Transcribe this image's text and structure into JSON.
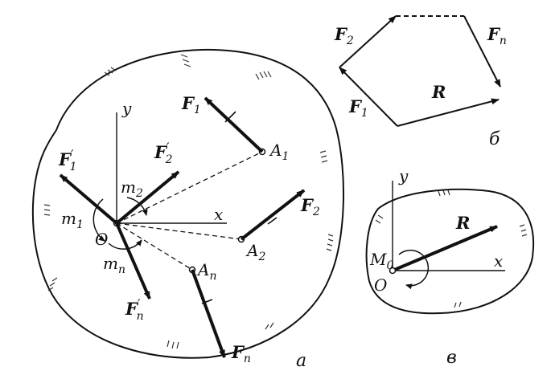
{
  "panel_a": {
    "caption": "a",
    "axis_x": "x",
    "axis_y": "y",
    "origin": "O",
    "points": [
      {
        "base": "A",
        "sub": "1"
      },
      {
        "base": "A",
        "sub": "2"
      },
      {
        "base": "A",
        "sub": "n"
      }
    ],
    "forces": [
      {
        "base": "F",
        "sub": "1"
      },
      {
        "base": "F",
        "sub": "2"
      },
      {
        "base": "F",
        "sub": "n"
      }
    ],
    "moved_forces": [
      {
        "base": "F",
        "sub": "1",
        "mark": "′"
      },
      {
        "base": "F",
        "sub": "2",
        "mark": "′"
      },
      {
        "base": "F",
        "sub": "n",
        "mark": "′"
      }
    ],
    "moments": [
      {
        "base": "m",
        "sub": "1"
      },
      {
        "base": "m",
        "sub": "2"
      },
      {
        "base": "m",
        "sub": "n"
      }
    ]
  },
  "panel_b": {
    "caption": "б",
    "sides": [
      {
        "base": "F",
        "sub": "1"
      },
      {
        "base": "F",
        "sub": "2"
      },
      {
        "base": "F",
        "sub": "n"
      }
    ],
    "resultant": "R"
  },
  "panel_c": {
    "caption": "в",
    "axis_x": "x",
    "axis_y": "y",
    "origin": "O",
    "resultant": "R",
    "moment": {
      "base": "M",
      "sub": "0"
    }
  }
}
